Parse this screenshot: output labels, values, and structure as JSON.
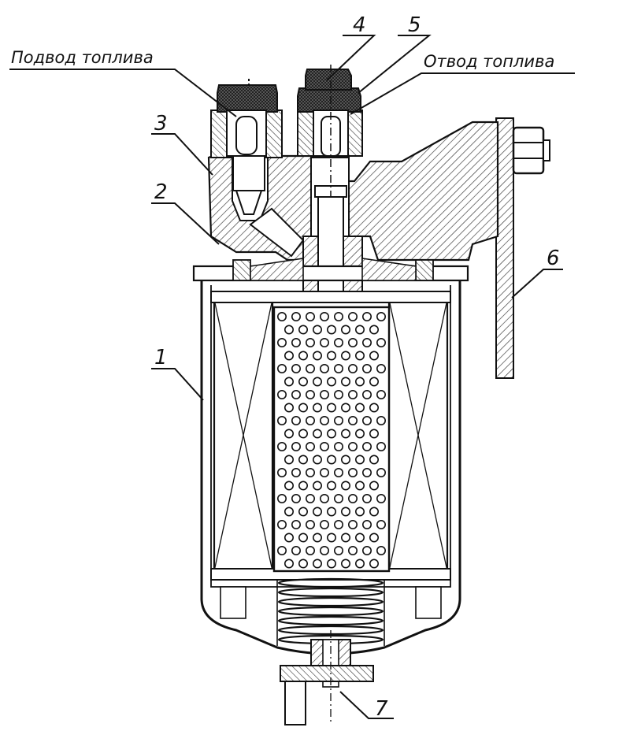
{
  "callouts": {
    "fuel_inlet": "Подвод топлива",
    "fuel_outlet": "Отвод топлива",
    "n1": "1",
    "n2": "2",
    "n3": "3",
    "n4": "4",
    "n5": "5",
    "n6": "6",
    "n7": "7"
  },
  "colors": {
    "ink": "#111111",
    "hatch": "#333333",
    "paper": "#ffffff"
  }
}
